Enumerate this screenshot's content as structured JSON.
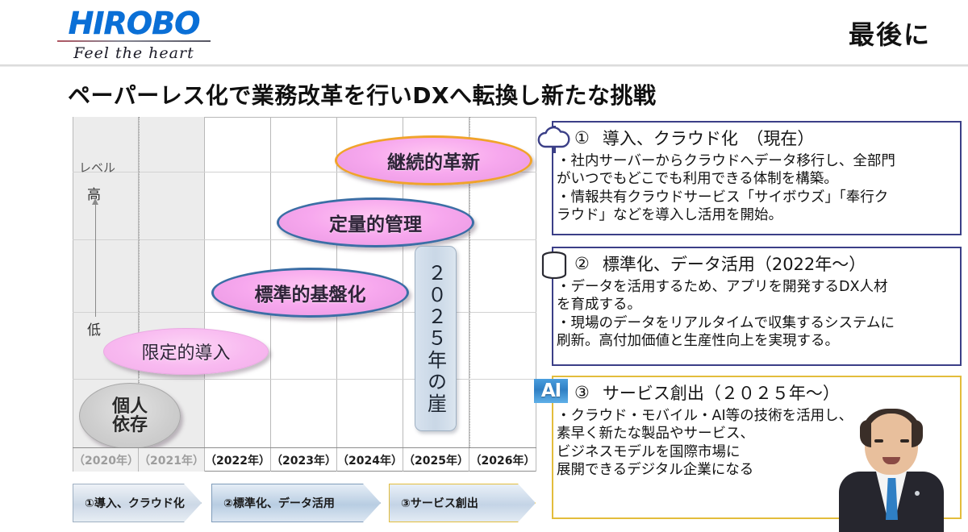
{
  "header": {
    "logo_wordmark": "HIROBO",
    "logo_tagline": "Feel the heart",
    "title": "最後に"
  },
  "page_title": "ペーパーレス化で業務改革を行いDXへ転換し新たな挑戦",
  "chart_data": {
    "type": "scatter",
    "title": "ペーパーレス化で業務改革を行いDXへ転換し新たな挑戦",
    "xlabel": "",
    "ylabel": "レベル",
    "axis": {
      "level_label": "レベル",
      "level_high": "高",
      "level_low": "低"
    },
    "categories": [
      "（2020年）",
      "（2021年）",
      "（2022年）",
      "（2023年）",
      "（2024年）",
      "（2025年）",
      "（2026年）"
    ],
    "past_categories": [
      "（2020年）",
      "（2021年）"
    ],
    "series": [
      {
        "name": "個人依存",
        "label_lines": [
          "個人",
          "依存"
        ],
        "x": "（2020年）",
        "level": 1,
        "style": "gray"
      },
      {
        "name": "限定的導入",
        "x": "（2020年）-（2021年）",
        "level": 2,
        "style": "pink-soft"
      },
      {
        "name": "標準的基盤化",
        "x": "（2022年）-（2023年）",
        "level": 3,
        "style": "pink-blue"
      },
      {
        "name": "定量的管理",
        "x": "（2023年）-（2024年）",
        "level": 4,
        "style": "pink-blue"
      },
      {
        "name": "継続的革新",
        "x": "（2024年）-（2026年）",
        "level": 5,
        "style": "pink-orange"
      }
    ],
    "annotations": [
      {
        "name": "cliff",
        "text": "２０２５年の崖",
        "x": "（2025年）",
        "orientation": "vertical"
      }
    ],
    "colors": {
      "ellipse_fill": "#f7a8ee",
      "blue_border": "#3b6ea5",
      "orange_border": "#f0a32a",
      "gray_fill": "#cfcfcf",
      "cliff_fill": "#c9d7e6"
    }
  },
  "chevrons": [
    {
      "label": "①導入、クラウド化"
    },
    {
      "label": "②標準化、データ活用"
    },
    {
      "label": "③サービス創出"
    }
  ],
  "panels": [
    {
      "icon": "cloud-icon",
      "number": "①",
      "heading": "導入、クラウド化　（現在）",
      "lines": [
        "・社内サーバーからクラウドへデータ移行し、全部門",
        "がいつでもどこでも利用できる体制を構築。",
        "・情報共有クラウドサービス「サイボウズ」「奉行ク",
        "ラウド」などを導入し活用を開始。"
      ],
      "border_color": "#3b3f87"
    },
    {
      "icon": "database-icon",
      "number": "②",
      "heading": "標準化、データ活用（2022年〜）",
      "lines": [
        "・データを活用するため、アプリを開発するDX人材",
        "を育成する。",
        "・現場のデータをリアルタイムで収集するシステムに",
        "刷新。高付加価値と生産性向上を実現する。"
      ],
      "border_color": "#3b3f87"
    },
    {
      "icon": "ai-badge-icon",
      "icon_text": "AI",
      "number": "③",
      "heading": "サービス創出（２０２５年〜）",
      "lines": [
        "・クラウド・モバイル・AI等の技術を活用し、",
        "素早く新たな製品やサービス、",
        "ビジネスモデルを国際市場に",
        "展開できるデジタル企業になる"
      ],
      "border_color": "#e3bd3c"
    }
  ]
}
